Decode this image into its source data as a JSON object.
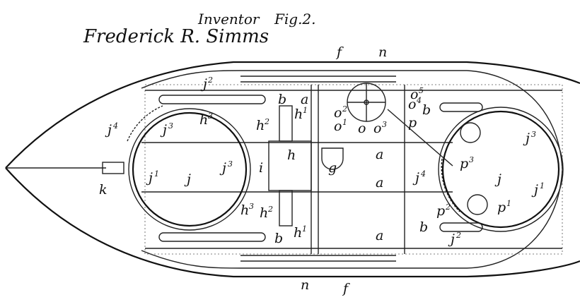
{
  "header": {
    "inventor_label": "Inventor",
    "figure_label": "Fig.2.",
    "signature": "Frederick R. Simms"
  },
  "labels": {
    "f_top": "f",
    "n_top": "n",
    "j2_top": "j",
    "j2_top_sup": "2",
    "b1": "b",
    "a1": "a",
    "b2": "b",
    "o5": "o",
    "o5_sup": "5",
    "o4": "o",
    "o4_sup": "4",
    "o2": "o",
    "o2_sup": "2",
    "o1": "o",
    "o1_sup": "1",
    "o": "o",
    "o3": "o",
    "o3_sup": "3",
    "p": "p",
    "j4_left": "j",
    "j4_left_sup": "4",
    "j3_left": "j",
    "j3_left_sup": "3",
    "h3_top": "h",
    "h3_top_sup": "3",
    "h2_top": "h",
    "h2_top_sup": "2",
    "h1_top": "h",
    "h1_top_sup": "1",
    "j3_right": "j",
    "j3_right_sup": "3",
    "h": "h",
    "g": "g",
    "a2": "a",
    "j3_mid": "j",
    "j3_mid_sup": "3",
    "i": "i",
    "j1_left": "j",
    "j1_left_sup": "1",
    "j_left": "j",
    "p3": "p",
    "p3_sup": "3",
    "j4_right": "j",
    "j4_right_sup": "4",
    "j_right": "j",
    "j1_right": "j",
    "j1_right_sup": "1",
    "a3": "a",
    "k": "k",
    "p1": "p",
    "p1_sup": "1",
    "p2": "p",
    "p2_sup": "2",
    "h3_bot": "h",
    "h3_bot_sup": "3",
    "h2_bot": "h",
    "h2_bot_sup": "2",
    "b3": "b",
    "b4": "b",
    "h1_bot": "h",
    "h1_bot_sup": "1",
    "a4": "a",
    "j2_bot": "j",
    "j2_bot_sup": "2",
    "n_bot": "n",
    "f_bot": "f"
  }
}
